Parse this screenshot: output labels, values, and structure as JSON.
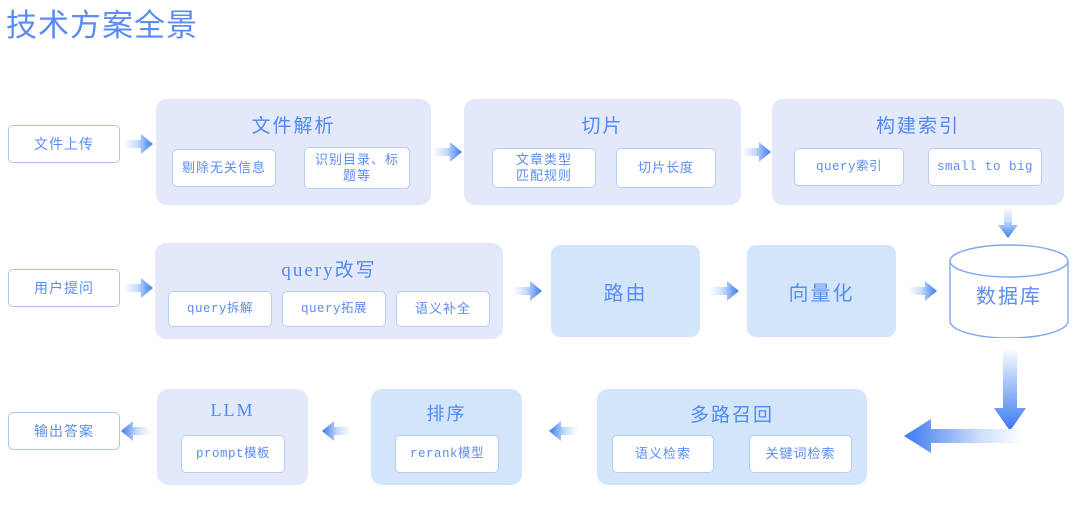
{
  "page": {
    "title": "技术方案全景",
    "accent": "#5b8cf5",
    "group_lavender": "#e3e9fb",
    "group_sky": "#d3e5fb",
    "background": "#ffffff"
  },
  "rows": {
    "ingest": {
      "entry": {
        "label": "文件上传"
      },
      "groups": [
        {
          "title": "文件解析",
          "style": "lavender",
          "chips": [
            {
              "label": "剔除无关信息",
              "font": "sans"
            },
            {
              "label": "识别目录、标题等",
              "font": "sans"
            }
          ]
        },
        {
          "title": "切片",
          "style": "lavender",
          "chips": [
            {
              "label": "文章类型\n匹配规则",
              "font": "sans"
            },
            {
              "label": "切片长度",
              "font": "sans"
            }
          ]
        },
        {
          "title": "构建索引",
          "style": "lavender",
          "chips": [
            {
              "label": "query索引",
              "font": "mono"
            },
            {
              "label": "small to big",
              "font": "mono"
            }
          ]
        }
      ]
    },
    "query": {
      "entry": {
        "label": "用户提问"
      },
      "rewrite": {
        "title": "query改写",
        "style": "lavender",
        "chips": [
          {
            "label": "query拆解",
            "font": "mono"
          },
          {
            "label": "query拓展",
            "font": "mono"
          },
          {
            "label": "语义补全",
            "font": "sans"
          }
        ]
      },
      "stages": [
        {
          "label": "路由",
          "style": "sky"
        },
        {
          "label": "向量化",
          "style": "sky"
        }
      ],
      "database": {
        "label": "数据库"
      }
    },
    "answer": {
      "entry": {
        "label": "输出答案"
      },
      "groups": [
        {
          "title": "LLM",
          "style": "lavender",
          "chips": [
            {
              "label": "prompt模板",
              "font": "mono"
            }
          ]
        },
        {
          "title": "排序",
          "style": "sky",
          "chips": [
            {
              "label": "rerank模型",
              "font": "mono"
            }
          ]
        },
        {
          "title": "多路召回",
          "style": "sky",
          "chips": [
            {
              "label": "语义检索",
              "font": "sans"
            },
            {
              "label": "关键词检索",
              "font": "sans"
            }
          ]
        }
      ]
    }
  },
  "connectors": {
    "ingest_to_parse": "arrow-right",
    "parse_to_chunk": "arrow-right",
    "chunk_to_index": "arrow-right",
    "index_to_database": "arrow-down-gradient",
    "question_to_rewrite": "arrow-right",
    "rewrite_to_route": "arrow-right",
    "route_to_vector": "arrow-right",
    "vector_to_database": "arrow-right",
    "database_down": "arrow-down-big-gradient",
    "database_to_recall": "arrow-left-big-gradient",
    "recall_to_rank": "arrow-left",
    "rank_to_llm": "arrow-left",
    "llm_to_output": "arrow-left"
  }
}
